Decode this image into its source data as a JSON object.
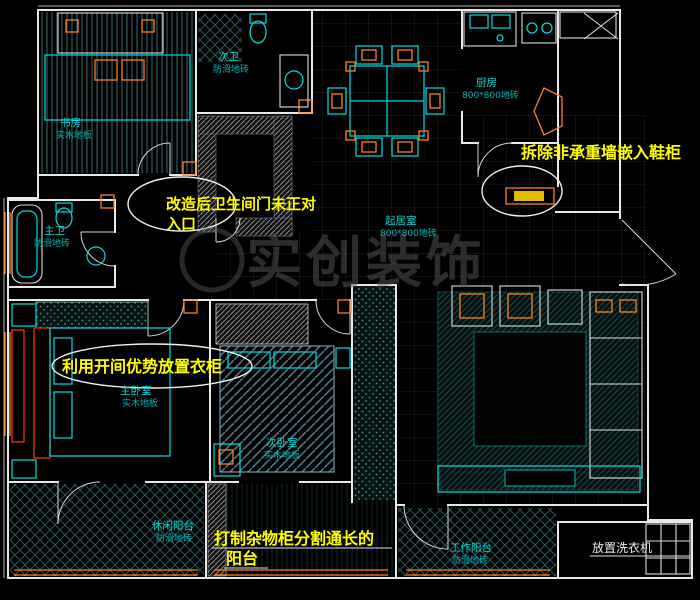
{
  "colors": {
    "background": "#000000",
    "wall_white": "#e8e8e8",
    "furniture_cyan": "#00dede",
    "accent_orange": "#ff7f24",
    "accent_red": "#ff3b00",
    "annotation_yellow": "#ffff00",
    "label_cyan": "#00d9d9",
    "tile_grid": "#1f1f1f",
    "hatch_teal": "#2c5858",
    "watermark_gray": "#585858"
  },
  "rooms": {
    "study": {
      "name": "书房",
      "floor": "实木地板"
    },
    "second_bath": {
      "name": "次卫",
      "floor": "防滑地砖"
    },
    "kitchen": {
      "name": "厨房",
      "floor": "800*800地砖"
    },
    "master_bath": {
      "name": "主卫",
      "floor": "防滑地砖"
    },
    "living": {
      "name": "起居室",
      "floor": "800*800地砖"
    },
    "master_bedroom": {
      "name": "主卧室",
      "floor": "实木地板"
    },
    "second_bedroom": {
      "name": "次卧室",
      "floor": "实木地板"
    },
    "leisure_balcony": {
      "name": "休闲阳台",
      "floor": "防滑地砖"
    },
    "work_balcony": {
      "name": "工作阳台",
      "floor": "防滑地砖"
    }
  },
  "annotations": {
    "shoe_cabinet": "拆除非承重墙嵌入鞋柜",
    "bath_door_line1": "改造后卫生间门未正对",
    "bath_door_line2": "入口",
    "wardrobe": "利用开间优势放置衣柜",
    "balcony_cabinet_line1": "打制杂物柜分割通长的",
    "balcony_cabinet_line2": "阳台",
    "washing_machine": "放置洗衣机"
  },
  "watermark": "实创装饰"
}
